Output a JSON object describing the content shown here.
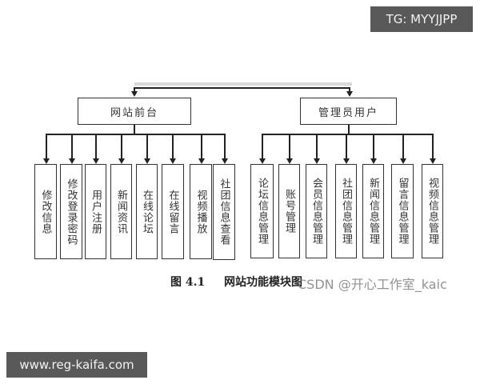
{
  "watermark_top": "TG: MYYJJPP",
  "watermark_bottom": "www.reg-kaifa.com",
  "diagram": {
    "left_parent": "网站前台",
    "right_parent": "管理员用户",
    "left_children": [
      "修改信息",
      "修改登录密码",
      "用户注册",
      "新闻资讯",
      "在线论坛",
      "在线留言",
      "视频播放",
      "社团信息查看"
    ],
    "right_children": [
      "论坛信息管理",
      "账号管理",
      "会员信息管理",
      "社团信息管理",
      "新闻信息管理",
      "留言信息管理",
      "视频信息管理"
    ]
  },
  "caption": {
    "figure_label": "图 4.1",
    "title": "网站功能模块图"
  },
  "csdn_watermark": "CSDN @开心工作室_kaic"
}
